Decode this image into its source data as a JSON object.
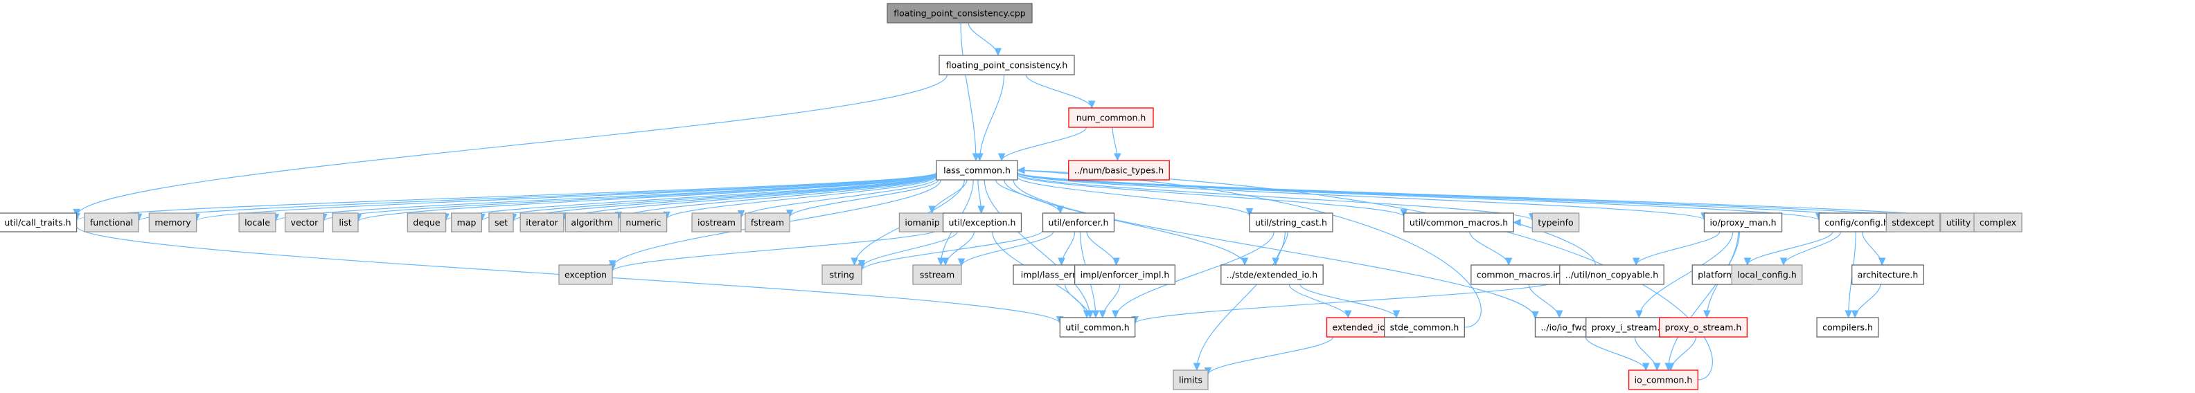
{
  "title": "floating_point_consistency.cpp include dependency graph",
  "colors": {
    "edge": "#63b8ff",
    "local_fill": "#ffffff",
    "local_stroke": "#666666",
    "system_fill": "#e0e0e0",
    "system_stroke": "#999999",
    "root_fill": "#999999",
    "missing_fill": "#fff0f0",
    "missing_stroke": "#ff0000"
  },
  "legend_kinds": [
    "root",
    "local",
    "system",
    "missing"
  ],
  "nodes": [
    {
      "id": "fpc_cpp",
      "label": "floating_point_consistency.cpp",
      "kind": "root"
    },
    {
      "id": "fpc_h",
      "label": "floating_point_consistency.h",
      "kind": "local"
    },
    {
      "id": "num_common",
      "label": "num_common.h",
      "kind": "missing"
    },
    {
      "id": "basic_types",
      "label": "../num/basic_types.h",
      "kind": "missing"
    },
    {
      "id": "lass_common",
      "label": "lass_common.h",
      "kind": "local"
    },
    {
      "id": "call_traits",
      "label": "util/call_traits.h",
      "kind": "local"
    },
    {
      "id": "functional",
      "label": "functional",
      "kind": "system"
    },
    {
      "id": "memory",
      "label": "memory",
      "kind": "system"
    },
    {
      "id": "locale",
      "label": "locale",
      "kind": "system"
    },
    {
      "id": "vector",
      "label": "vector",
      "kind": "system"
    },
    {
      "id": "list",
      "label": "list",
      "kind": "system"
    },
    {
      "id": "deque",
      "label": "deque",
      "kind": "system"
    },
    {
      "id": "map",
      "label": "map",
      "kind": "system"
    },
    {
      "id": "set",
      "label": "set",
      "kind": "system"
    },
    {
      "id": "iterator",
      "label": "iterator",
      "kind": "system"
    },
    {
      "id": "algorithm",
      "label": "algorithm",
      "kind": "system"
    },
    {
      "id": "numeric",
      "label": "numeric",
      "kind": "system"
    },
    {
      "id": "iostream",
      "label": "iostream",
      "kind": "system"
    },
    {
      "id": "fstream",
      "label": "fstream",
      "kind": "system"
    },
    {
      "id": "iomanip",
      "label": "iomanip",
      "kind": "system"
    },
    {
      "id": "exception_h",
      "label": "util/exception.h",
      "kind": "local"
    },
    {
      "id": "enforcer_h",
      "label": "util/enforcer.h",
      "kind": "local"
    },
    {
      "id": "string_cast",
      "label": "util/string_cast.h",
      "kind": "local"
    },
    {
      "id": "common_macros_h",
      "label": "util/common_macros.h",
      "kind": "local"
    },
    {
      "id": "typeinfo",
      "label": "typeinfo",
      "kind": "system"
    },
    {
      "id": "proxy_man",
      "label": "io/proxy_man.h",
      "kind": "local"
    },
    {
      "id": "config_h",
      "label": "config/config.h",
      "kind": "local"
    },
    {
      "id": "stdexcept",
      "label": "stdexcept",
      "kind": "system"
    },
    {
      "id": "utility",
      "label": "utility",
      "kind": "system"
    },
    {
      "id": "complex",
      "label": "complex",
      "kind": "system"
    },
    {
      "id": "exception",
      "label": "exception",
      "kind": "system"
    },
    {
      "id": "string",
      "label": "string",
      "kind": "system"
    },
    {
      "id": "sstream",
      "label": "sstream",
      "kind": "system"
    },
    {
      "id": "lass_errno",
      "label": "impl/lass_errno.h",
      "kind": "local"
    },
    {
      "id": "enforcer_impl",
      "label": "impl/enforcer_impl.h",
      "kind": "local"
    },
    {
      "id": "extended_io_h",
      "label": "../stde/extended_io.h",
      "kind": "local"
    },
    {
      "id": "common_macros_inl",
      "label": "common_macros.inl",
      "kind": "local"
    },
    {
      "id": "non_copyable",
      "label": "../util/non_copyable.h",
      "kind": "local"
    },
    {
      "id": "platforms",
      "label": "platforms.h",
      "kind": "local"
    },
    {
      "id": "local_config",
      "label": "local_config.h",
      "kind": "system"
    },
    {
      "id": "architecture",
      "label": "architecture.h",
      "kind": "local"
    },
    {
      "id": "util_common",
      "label": "util_common.h",
      "kind": "local"
    },
    {
      "id": "extended_io_inl",
      "label": "extended_io.inl",
      "kind": "missing"
    },
    {
      "id": "stde_common",
      "label": "stde_common.h",
      "kind": "local"
    },
    {
      "id": "io_fwd",
      "label": "../io/io_fwd.h",
      "kind": "local"
    },
    {
      "id": "proxy_i_stream",
      "label": "proxy_i_stream.h",
      "kind": "local"
    },
    {
      "id": "proxy_o_stream",
      "label": "proxy_o_stream.h",
      "kind": "missing"
    },
    {
      "id": "compilers",
      "label": "compilers.h",
      "kind": "local"
    },
    {
      "id": "limits",
      "label": "limits",
      "kind": "system"
    },
    {
      "id": "io_common",
      "label": "io_common.h",
      "kind": "missing"
    }
  ],
  "edges": [
    [
      "fpc_cpp",
      "fpc_h"
    ],
    [
      "fpc_cpp",
      "lass_common"
    ],
    [
      "fpc_h",
      "num_common"
    ],
    [
      "fpc_h",
      "call_traits"
    ],
    [
      "fpc_h",
      "lass_common"
    ],
    [
      "num_common",
      "lass_common"
    ],
    [
      "num_common",
      "basic_types"
    ],
    [
      "lass_common",
      "call_traits"
    ],
    [
      "lass_common",
      "functional"
    ],
    [
      "lass_common",
      "memory"
    ],
    [
      "lass_common",
      "locale"
    ],
    [
      "lass_common",
      "vector"
    ],
    [
      "lass_common",
      "list"
    ],
    [
      "lass_common",
      "deque"
    ],
    [
      "lass_common",
      "map"
    ],
    [
      "lass_common",
      "set"
    ],
    [
      "lass_common",
      "iterator"
    ],
    [
      "lass_common",
      "algorithm"
    ],
    [
      "lass_common",
      "numeric"
    ],
    [
      "lass_common",
      "iostream"
    ],
    [
      "lass_common",
      "fstream"
    ],
    [
      "lass_common",
      "iomanip"
    ],
    [
      "lass_common",
      "exception_h"
    ],
    [
      "lass_common",
      "enforcer_h"
    ],
    [
      "lass_common",
      "string_cast"
    ],
    [
      "lass_common",
      "common_macros_h"
    ],
    [
      "lass_common",
      "typeinfo"
    ],
    [
      "lass_common",
      "proxy_man"
    ],
    [
      "lass_common",
      "config_h"
    ],
    [
      "lass_common",
      "stdexcept"
    ],
    [
      "lass_common",
      "utility"
    ],
    [
      "lass_common",
      "complex"
    ],
    [
      "lass_common",
      "exception"
    ],
    [
      "lass_common",
      "string"
    ],
    [
      "lass_common",
      "sstream"
    ],
    [
      "lass_common",
      "util_common"
    ],
    [
      "lass_common",
      "extended_io_h"
    ],
    [
      "lass_common",
      "io_fwd"
    ],
    [
      "call_traits",
      "util_common"
    ],
    [
      "exception_h",
      "exception"
    ],
    [
      "exception_h",
      "string"
    ],
    [
      "exception_h",
      "sstream"
    ],
    [
      "exception_h",
      "util_common"
    ],
    [
      "enforcer_h",
      "string"
    ],
    [
      "enforcer_h",
      "sstream"
    ],
    [
      "enforcer_h",
      "lass_errno"
    ],
    [
      "enforcer_h",
      "enforcer_impl"
    ],
    [
      "enforcer_h",
      "util_common"
    ],
    [
      "lass_errno",
      "util_common"
    ],
    [
      "enforcer_impl",
      "util_common"
    ],
    [
      "string_cast",
      "util_common"
    ],
    [
      "string_cast",
      "extended_io_h"
    ],
    [
      "string_cast",
      "limits"
    ],
    [
      "extended_io_h",
      "extended_io_inl"
    ],
    [
      "extended_io_h",
      "stde_common"
    ],
    [
      "stde_common",
      "lass_common"
    ],
    [
      "extended_io_inl",
      "limits"
    ],
    [
      "common_macros_h",
      "common_macros_inl"
    ],
    [
      "common_macros_inl",
      "common_macros_h"
    ],
    [
      "common_macros_inl",
      "io_fwd"
    ],
    [
      "non_copyable",
      "util_common"
    ],
    [
      "proxy_man",
      "non_copyable"
    ],
    [
      "proxy_man",
      "proxy_i_stream"
    ],
    [
      "proxy_man",
      "io_common"
    ],
    [
      "proxy_man",
      "proxy_o_stream"
    ],
    [
      "io_fwd",
      "io_common"
    ],
    [
      "proxy_i_stream",
      "io_common"
    ],
    [
      "proxy_o_stream",
      "io_common"
    ],
    [
      "io_common",
      "lass_common"
    ],
    [
      "config_h",
      "platforms"
    ],
    [
      "config_h",
      "local_config"
    ],
    [
      "config_h",
      "architecture"
    ],
    [
      "config_h",
      "compilers"
    ],
    [
      "architecture",
      "compilers"
    ]
  ]
}
